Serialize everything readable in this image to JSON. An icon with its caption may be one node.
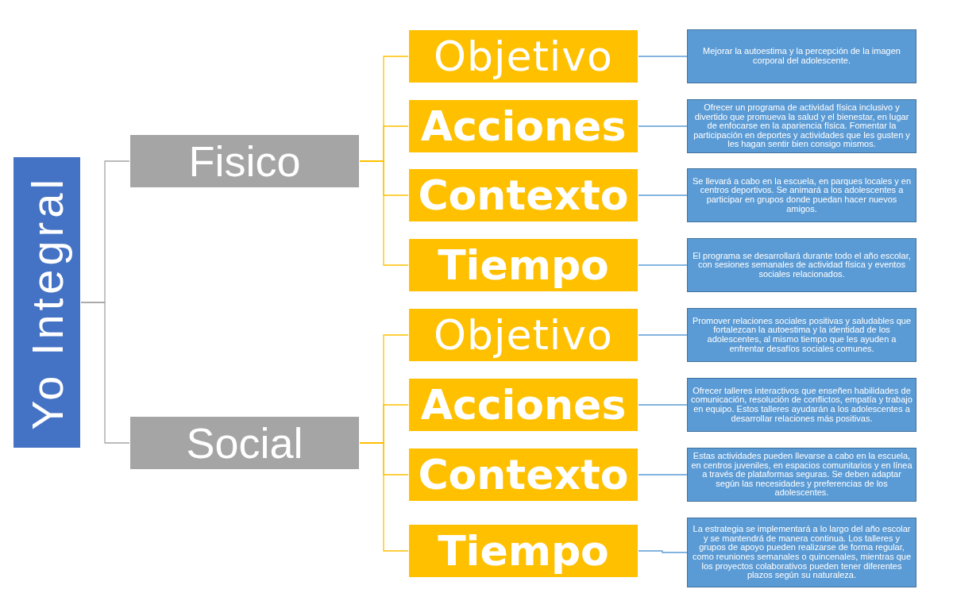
{
  "diagram": {
    "nodes": [
      {
        "text": [
          "Yo Integral"
        ]
      },
      {
        "text": [
          "Fisico"
        ]
      },
      {
        "text": [
          "Social"
        ]
      },
      {
        "text": [
          "Objetivo"
        ]
      },
      {
        "text": [
          "Acciones"
        ]
      },
      {
        "text": [
          "Contexto"
        ]
      },
      {
        "text": [
          "Tiempo"
        ]
      },
      {
        "text": [
          "Objetivo"
        ]
      },
      {
        "text": [
          "Acciones"
        ]
      },
      {
        "text": [
          "Contexto"
        ]
      },
      {
        "text": [
          "Tiempo"
        ]
      },
      {
        "text": [
          "Mejorar la autoestima y la percepción de la imagen corporal del adolescente."
        ]
      },
      {
        "text": [
          "Ofrecer un programa de actividad física inclusivo y divertido que promueva la salud y el bienestar, en lugar de enfocarse en la apariencia física. Fomentar la participación en deportes y actividades que les gusten y les hagan sentir bien consigo mismos."
        ]
      },
      {
        "text": [
          "Se llevará a cabo en la escuela, en parques locales y en centros deportivos. Se animará a los adolescentes a participar en grupos donde puedan hacer nuevos amigos."
        ]
      },
      {
        "text": [
          "El programa se desarrollará durante todo el año escolar, con sesiones semanales de actividad física y eventos sociales relacionados."
        ]
      },
      {
        "text": [
          "Promover relaciones sociales positivas y saludables que fortalezcan la autoestima y la identidad de los adolescentes, al mismo tiempo que les ayuden a enfrentar desafíos sociales comunes."
        ]
      },
      {
        "text": [
          "Ofrecer talleres interactivos que enseñen habilidades de comunicación, resolución de conflictos, empatía y trabajo en equipo. Estos talleres ayudarán a los adolescentes a desarrollar relaciones más positivas."
        ]
      },
      {
        "text": [
          "Estas actividades pueden llevarse a cabo en la escuela, en centros juveniles, en espacios comunitarios y en línea a través de plataformas seguras. Se deben adaptar según las necesidades y preferencias de los adolescentes."
        ]
      },
      {
        "text": [
          "La estrategia se implementará a lo largo del año escolar y se mantendrá de manera continua. Los talleres y grupos de apoyo pueden realizarse de forma regular, como reuniones semanales o quincenales, mientras que los proyectos colaborativos pueden tener diferentes plazos según su naturaleza."
        ]
      }
    ],
    "edges": [
      {
        "from": 0,
        "to": 1,
        "arrow": "none",
        "color": "#a5a5a5"
      },
      {
        "from": 0,
        "to": 2,
        "arrow": "none",
        "color": "#a5a5a5"
      },
      {
        "from": 1,
        "to": 3,
        "arrow": "none"
      },
      {
        "from": 1,
        "to": 4,
        "arrow": "none"
      },
      {
        "from": 1,
        "to": 5,
        "arrow": "none"
      },
      {
        "from": 1,
        "to": 6,
        "arrow": "none"
      },
      {
        "from": 2,
        "to": 7,
        "arrow": "none"
      },
      {
        "from": 2,
        "to": 8,
        "arrow": "none"
      },
      {
        "from": 2,
        "to": 9,
        "arrow": "none"
      },
      {
        "from": 2,
        "to": 10,
        "arrow": "none"
      },
      {
        "from": 3,
        "to": 11,
        "arrow": "none",
        "color": "#5b9bd5"
      },
      {
        "from": 4,
        "to": 12,
        "arrow": "none",
        "color": "#5b9bd5"
      },
      {
        "from": 5,
        "to": 13,
        "arrow": "none",
        "color": "#5b9bd5"
      },
      {
        "from": 6,
        "to": 14,
        "arrow": "none",
        "color": "#5b9bd5"
      },
      {
        "from": 7,
        "to": 15,
        "arrow": "none",
        "color": "#5b9bd5"
      },
      {
        "from": 8,
        "to": 16,
        "arrow": "none",
        "color": "#5b9bd5"
      },
      {
        "from": 9,
        "to": 17,
        "arrow": "none",
        "color": "#5b9bd5"
      },
      {
        "from": 10,
        "to": 18,
        "arrow": "none",
        "color": "#5b9bd5"
      }
    ]
  }
}
